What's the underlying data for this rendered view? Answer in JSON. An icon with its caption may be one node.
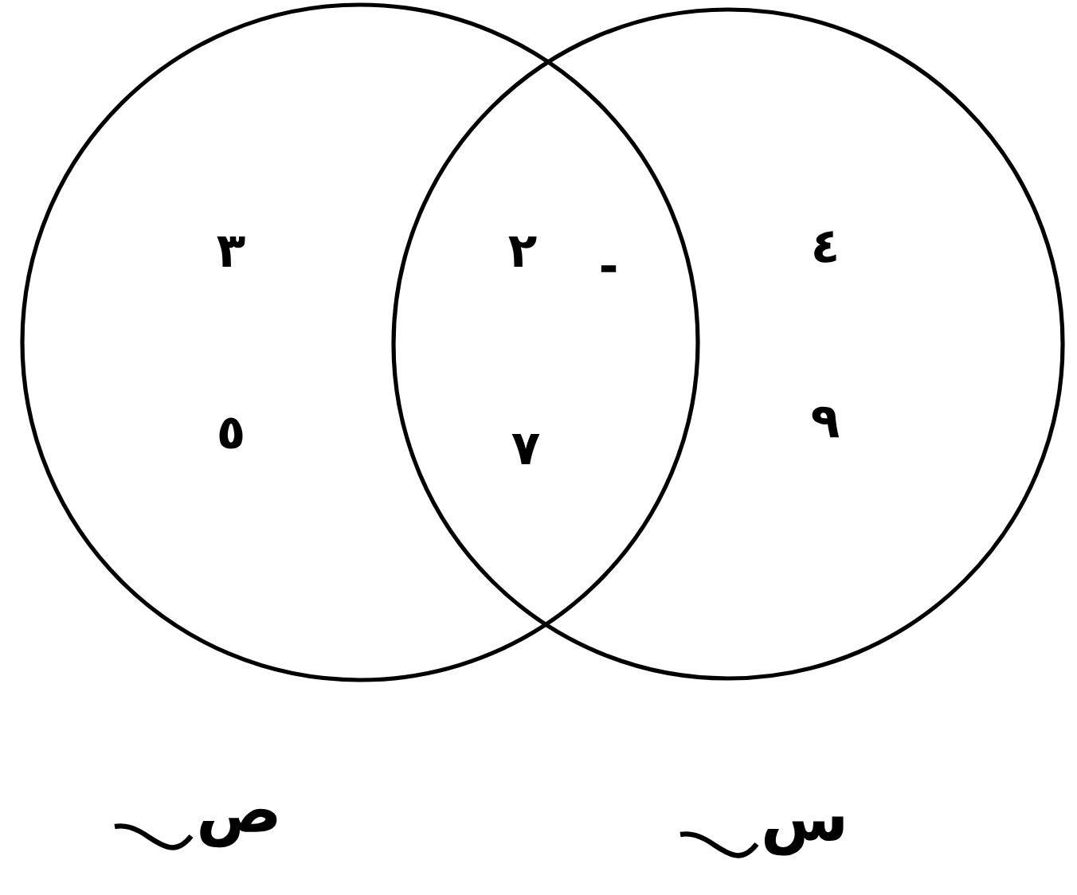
{
  "diagram": {
    "nodes": [
      {
        "text": [
          "٣",
          "٥"
        ],
        "beside": [
          "ص"
        ]
      },
      {
        "text": [
          "٤",
          "٩"
        ],
        "beside": [
          "س"
        ]
      }
    ],
    "labels": [
      "٢",
      "-",
      "٧"
    ]
  }
}
